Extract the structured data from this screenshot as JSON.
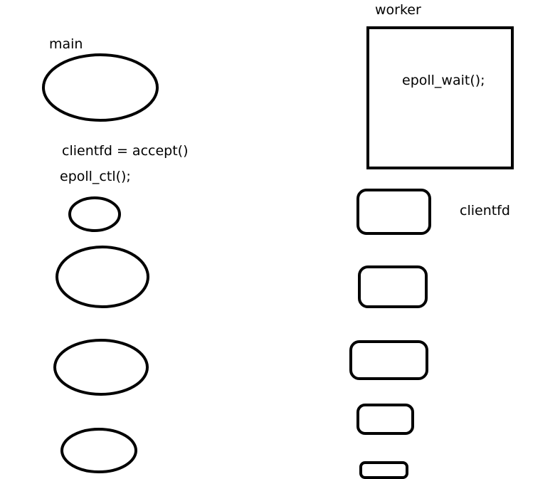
{
  "labels": {
    "main": "main",
    "worker": "worker",
    "accept_call": "clientfd = accept()",
    "epoll_ctl_call": "epoll_ctl();",
    "epoll_wait_call": "epoll_wait();",
    "clientfd": "clientfd"
  },
  "colors": {
    "stroke": "#000000",
    "background": "#ffffff"
  }
}
